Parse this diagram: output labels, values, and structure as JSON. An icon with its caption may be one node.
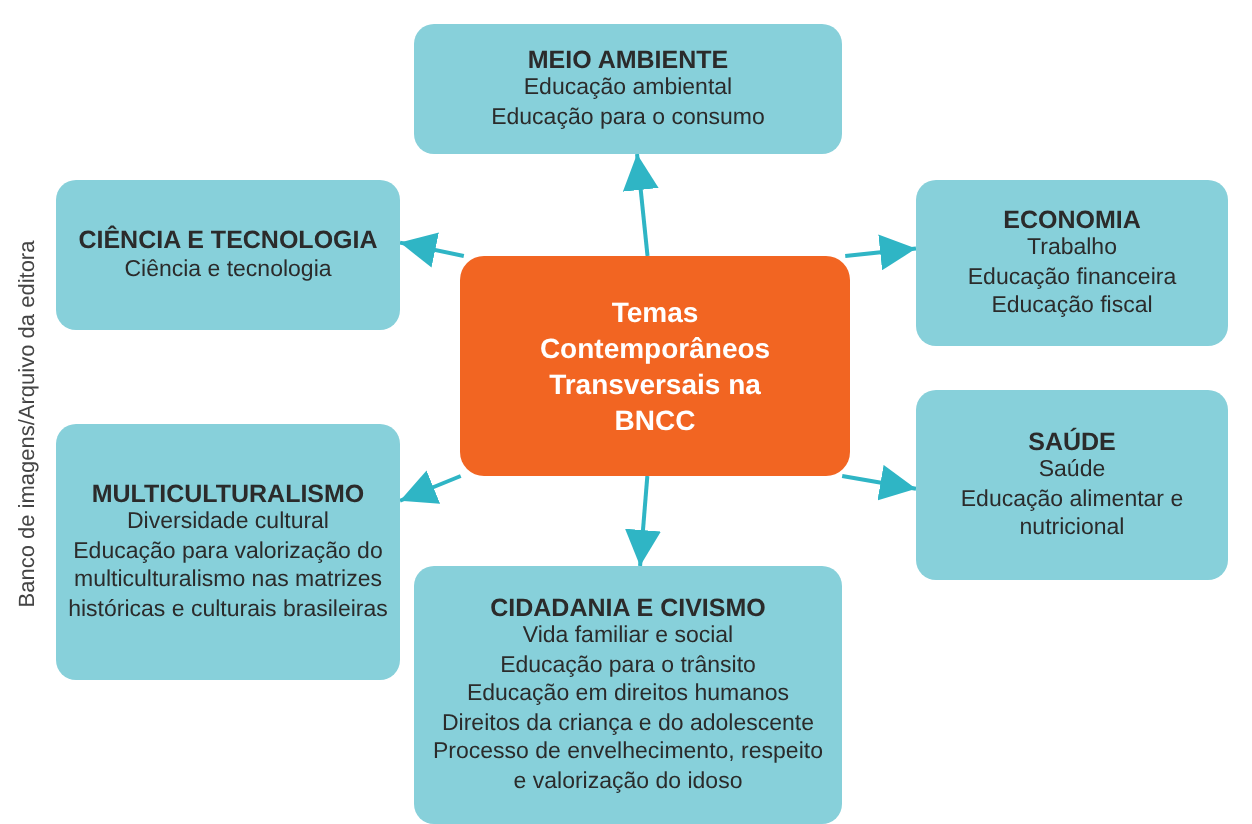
{
  "diagram": {
    "nodes": [
      {
        "text": [
          "MEIO AMBIENTE",
          "Educação ambiental",
          "Educação para o consumo"
        ]
      },
      {
        "text": [
          "CIÊNCIA E TECNOLOGIA",
          "Ciência e tecnologia"
        ]
      },
      {
        "text": [
          "Temas Contemporâneos Transversais na BNCC"
        ]
      },
      {
        "text": [
          "ECONOMIA",
          "Trabalho",
          "Educação financeira",
          "Educação fiscal"
        ]
      },
      {
        "text": [
          "MULTICULTURALISMO",
          "Diversidade cultural",
          "Educação para valorização do multiculturalismo nas matrizes históricas e culturais brasileiras"
        ]
      },
      {
        "text": [
          "SAÚDE",
          "Saúde",
          "Educação alimentar e nutricional"
        ]
      },
      {
        "text": [
          "CIDADANIA E CIVISMO",
          "Vida familiar e social",
          "Educação para o trânsito",
          "Educação em direitos humanos",
          "Direitos da criança e do adolescente",
          "Processo de envelhecimento, respeito e valorização do idoso"
        ]
      }
    ],
    "edges": [
      {
        "from": 2,
        "to": 0,
        "arrow": "to"
      },
      {
        "from": 2,
        "to": 1,
        "arrow": "to"
      },
      {
        "from": 2,
        "to": 3,
        "arrow": "to"
      },
      {
        "from": 2,
        "to": 4,
        "arrow": "to"
      },
      {
        "from": 2,
        "to": 5,
        "arrow": "to"
      },
      {
        "from": 2,
        "to": 6,
        "arrow": "to"
      }
    ],
    "labels": [
      "Banco de imagens/Arquivo da editora"
    ]
  }
}
